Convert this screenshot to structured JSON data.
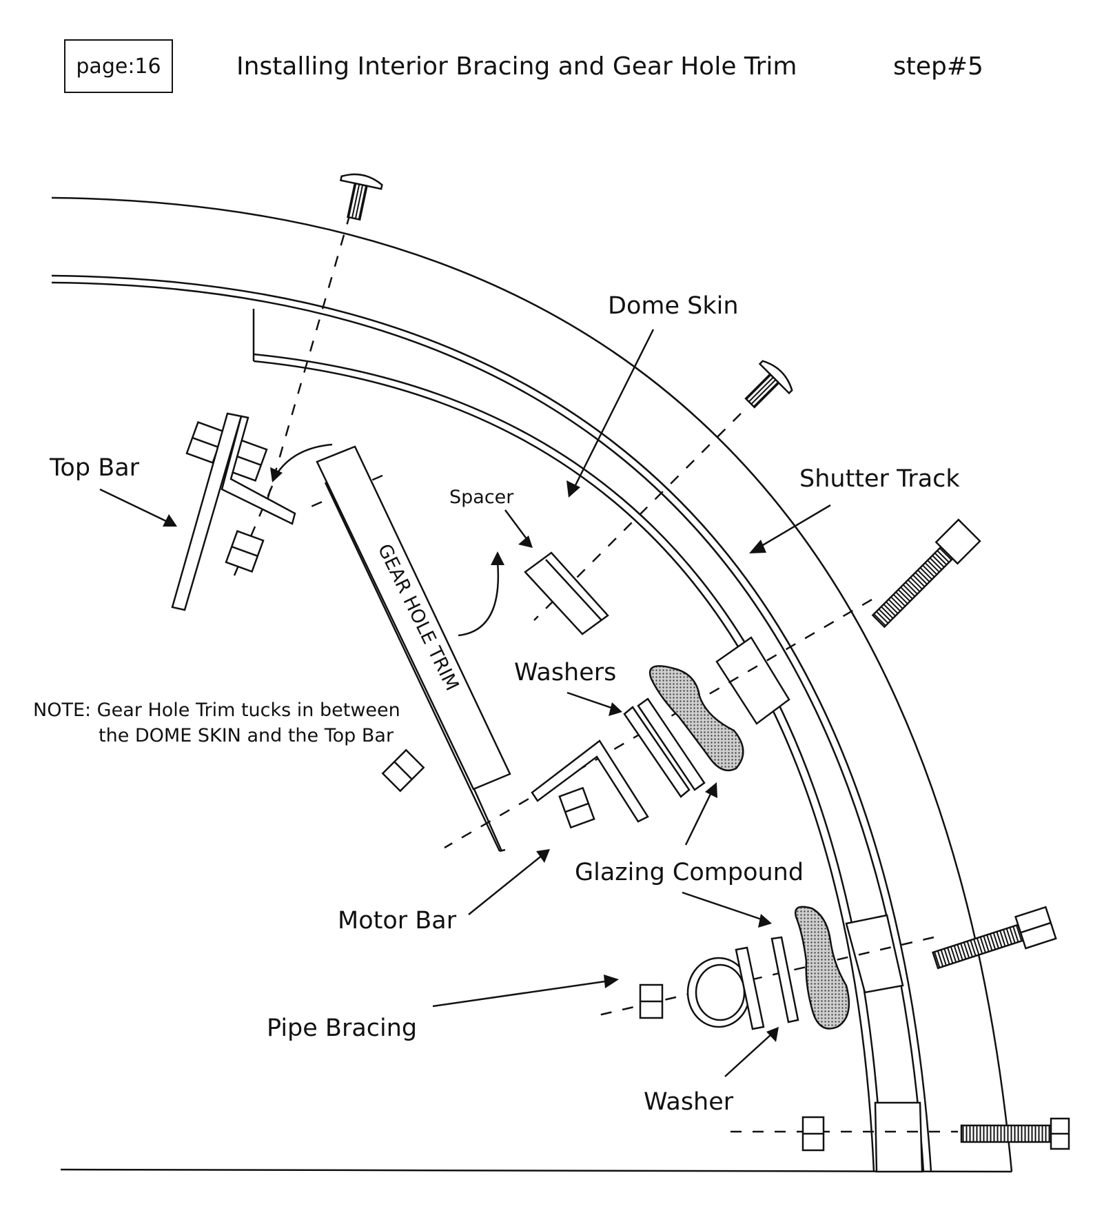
{
  "header": {
    "page_label": "page:16",
    "title": "Installing Interior Bracing and Gear Hole Trim",
    "step": "step#5"
  },
  "labels": {
    "dome_skin": "Dome Skin",
    "shutter_track": "Shutter Track",
    "top_bar": "Top Bar",
    "spacer": "Spacer",
    "gear_hole_trim": "GEAR HOLE TRIM",
    "washers": "Washers",
    "glazing_compound": "Glazing Compound",
    "motor_bar": "Motor Bar",
    "pipe_bracing": "Pipe Bracing",
    "washer": "Washer"
  },
  "note": {
    "line1": "NOTE: Gear Hole Trim tucks in between",
    "line2": "the DOME SKIN and the Top Bar"
  },
  "colors": {
    "ink": "#111111",
    "compound_fill": "#9a9a9a",
    "background": "#ffffff"
  }
}
